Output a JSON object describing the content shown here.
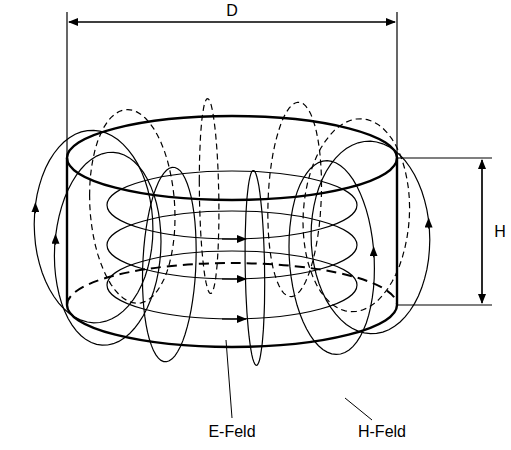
{
  "diagram": {
    "labels": [
      "D",
      "H",
      "E-Feld",
      "H-Feld"
    ]
  }
}
